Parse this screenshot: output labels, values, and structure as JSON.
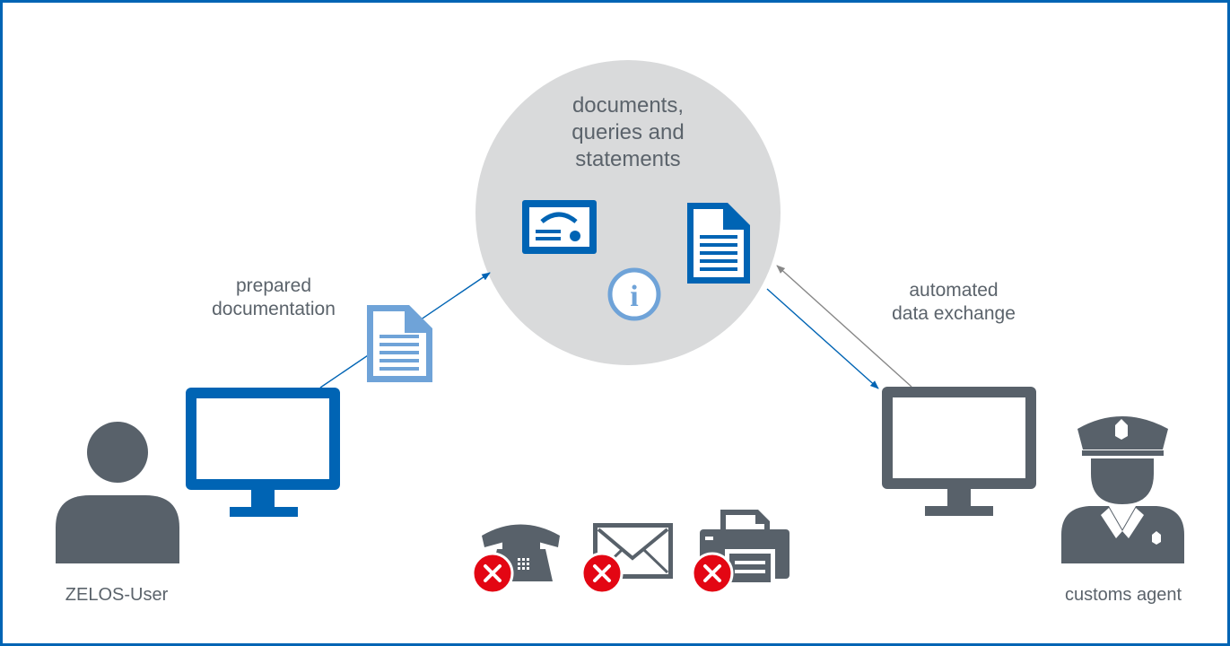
{
  "diagram": {
    "center_label": [
      "documents,",
      "queries and",
      "statements"
    ],
    "left_edge_label": [
      "prepared",
      "documentation"
    ],
    "right_edge_label": [
      "automated",
      "data exchange"
    ],
    "left_actor_label": "ZELOS-User",
    "right_actor_label": "customs agent"
  },
  "colors": {
    "brand_blue": "#0064b4",
    "light_blue": "#6fa3d8",
    "dark_gray": "#58616a",
    "circle_gray": "#d9dadb",
    "arrow_gray": "#888888",
    "cross_red": "#e30613",
    "text_gray": "#5b636b",
    "border_blue": "#0064b4"
  },
  "icons": {
    "user": "person-icon",
    "user_screen": "monitor-icon",
    "agent_screen": "monitor-icon",
    "agent": "police-officer-icon",
    "certificate": "certificate-icon",
    "document": "document-icon",
    "info": "info-icon",
    "phone": "telephone-icon",
    "mail": "envelope-icon",
    "fax": "fax-icon",
    "cross": "cross-icon"
  }
}
